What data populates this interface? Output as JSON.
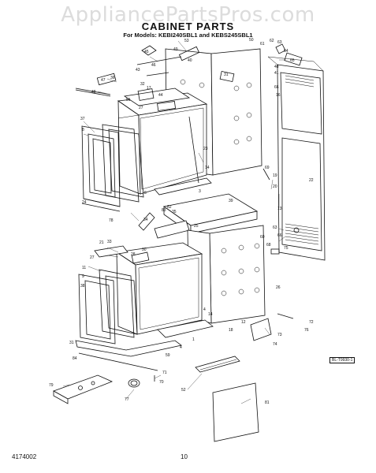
{
  "watermark": "AppliancePartsPros.com",
  "title": "CABINET PARTS",
  "subtitle": "For Models: KEBI240SBL1 and KEBS245SBL1",
  "figure_id": "BL-T9930-1",
  "footer": {
    "doc_number": "4174002",
    "page_number": "10"
  },
  "callouts": {
    "n1": "1",
    "n3": "3",
    "n4": "4",
    "n5": "5",
    "n8": "8",
    "n9": "9",
    "n11": "11",
    "n12": "12",
    "n13": "13",
    "n14": "14",
    "n16": "16",
    "n17": "17",
    "n18": "18",
    "n19": "19",
    "n20": "20",
    "n21": "21",
    "n22": "22",
    "n23": "23",
    "n24": "24",
    "n25": "25",
    "n26": "26",
    "n27": "27",
    "n28": "28",
    "n30": "30",
    "n31": "31",
    "n32": "32",
    "n33": "33",
    "n34": "34",
    "n35": "35",
    "n36": "36",
    "n37": "37",
    "n38": "38",
    "n39": "39",
    "n40": "40",
    "n41": "41",
    "n43": "43",
    "n44": "44",
    "n45": "45",
    "n46": "46",
    "n47": "47",
    "n48": "48",
    "n49": "49",
    "n50": "50",
    "n51": "51",
    "n52": "52",
    "n53": "53",
    "n59": "59",
    "n60": "60",
    "n61": "61",
    "n62": "62",
    "n63": "63",
    "n64": "64",
    "n65": "65",
    "n66": "66",
    "n68": "68",
    "n69": "69",
    "n70": "70",
    "n71": "71",
    "n72": "72",
    "n73": "73",
    "n74": "74",
    "n75": "75",
    "n76": "76",
    "n77": "77",
    "n78": "78",
    "n79": "79",
    "n81": "81",
    "n82": "82",
    "n83": "83",
    "n84": "84"
  }
}
